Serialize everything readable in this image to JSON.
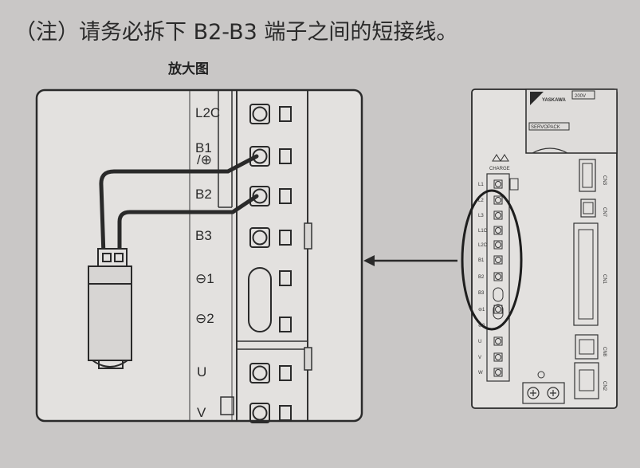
{
  "note": "（注）请务必拆下 B2-B3 端子之间的短接线。",
  "zoom_title": "放大图",
  "zoom_labels": [
    "L2C",
    "B1",
    "/⊕",
    "B2",
    "B3",
    "⊖1",
    "⊖2",
    "U",
    "V"
  ],
  "device": {
    "logo": "YASKAWA",
    "voltage": "200V",
    "model": "SERVOPACK",
    "charge_label": "CHARGE",
    "terminal_labels": [
      "L1",
      "L2",
      "L3",
      "L1C",
      "L2C",
      "B1",
      "B2",
      "B3",
      "⊖1",
      "⊖2",
      "U",
      "V",
      "W"
    ],
    "connector_labels": [
      "CN3",
      "CN7",
      "CN1",
      "CN8",
      "CN2"
    ]
  },
  "colors": {
    "background": "#c9c7c6",
    "panel": "#e3e1df",
    "line": "#2a2a2a"
  }
}
